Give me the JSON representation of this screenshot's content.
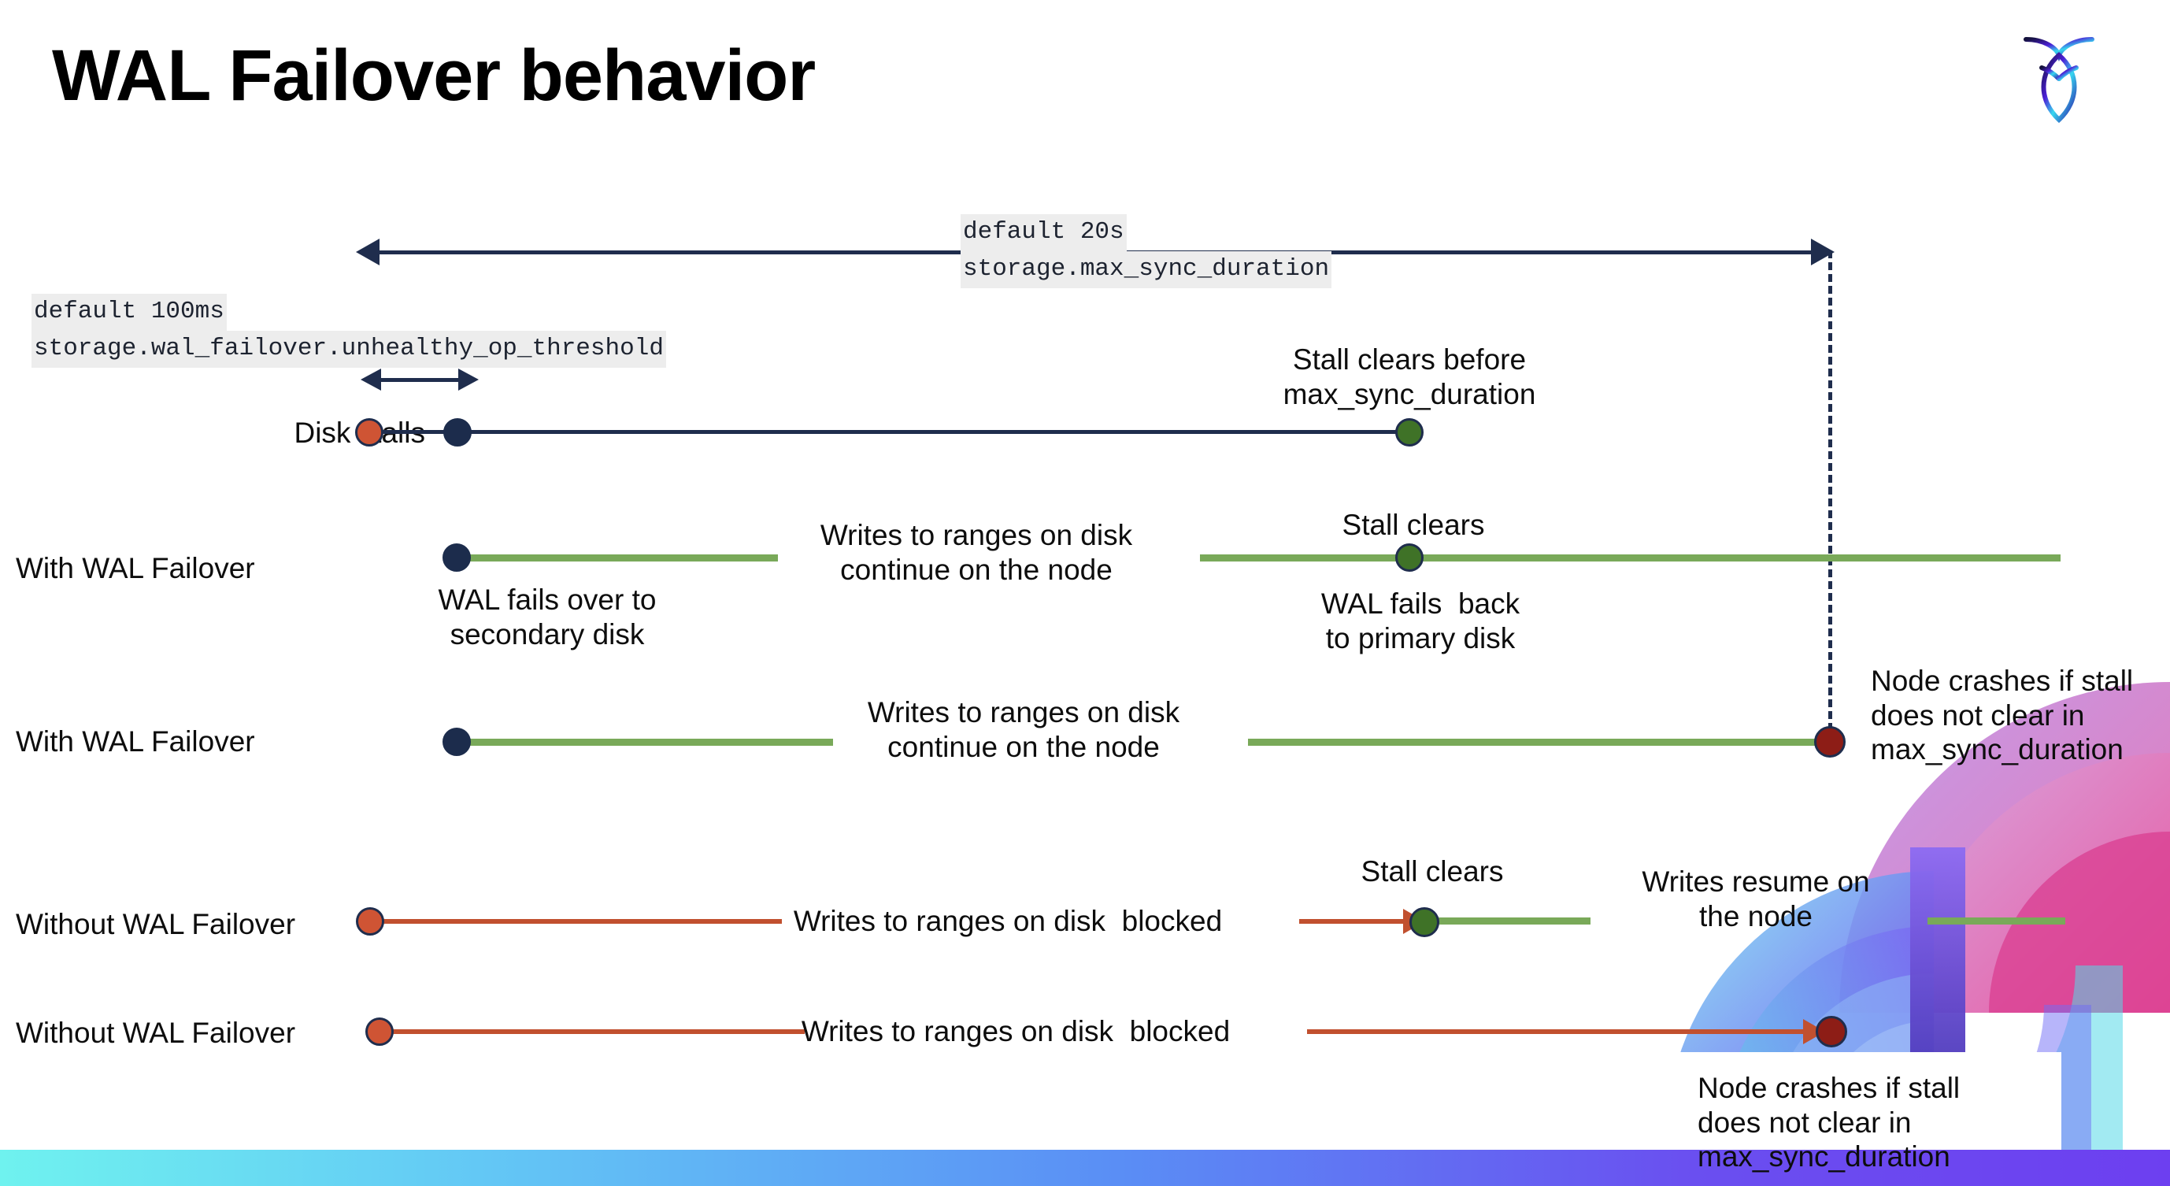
{
  "slide": {
    "title": "WAL Failover behavior",
    "logo_icon": "cockroachdb-logo-icon"
  },
  "annotations": {
    "max_sync": {
      "line1": "default 20s",
      "line2": "storage.max_sync_duration"
    },
    "unhealthy": {
      "line1": "default 100ms",
      "line2": "storage.wal_failover.unhealthy_op_threshold"
    }
  },
  "rows": [
    {
      "label": "Disk stalls",
      "note_above": "Stall clears before\nmax_sync_duration"
    },
    {
      "label": "With WAL Failover",
      "note_mid": "Writes to ranges on disk\ncontinue on the node",
      "note_stall": "Stall clears",
      "note_start": "WAL fails over to\nsecondary disk",
      "note_back": "WAL fails  back\nto primary disk"
    },
    {
      "label": "With WAL Failover",
      "note_mid": "Writes to ranges on disk\ncontinue on the node",
      "note_crash": "Node crashes if stall\ndoes not clear in\nmax_sync_duration"
    },
    {
      "label": "Without WAL Failover",
      "note_mid": "Writes to ranges on disk  blocked",
      "note_stall": "Stall clears",
      "note_resume": "Writes resume on\nthe node"
    },
    {
      "label": "Without WAL Failover",
      "note_mid": "Writes to ranges on disk  blocked",
      "note_crash": "Node crashes if stall\ndoes not clear in\nmax_sync_duration"
    }
  ],
  "colors": {
    "navy": "#1f2d4d",
    "green_line": "#79a959",
    "green_dot": "#3f7227",
    "red_line": "#c1502f",
    "orange_dot": "#cf5434",
    "dark_red_dot": "#8d1d16",
    "code_bg": "#ededed"
  }
}
